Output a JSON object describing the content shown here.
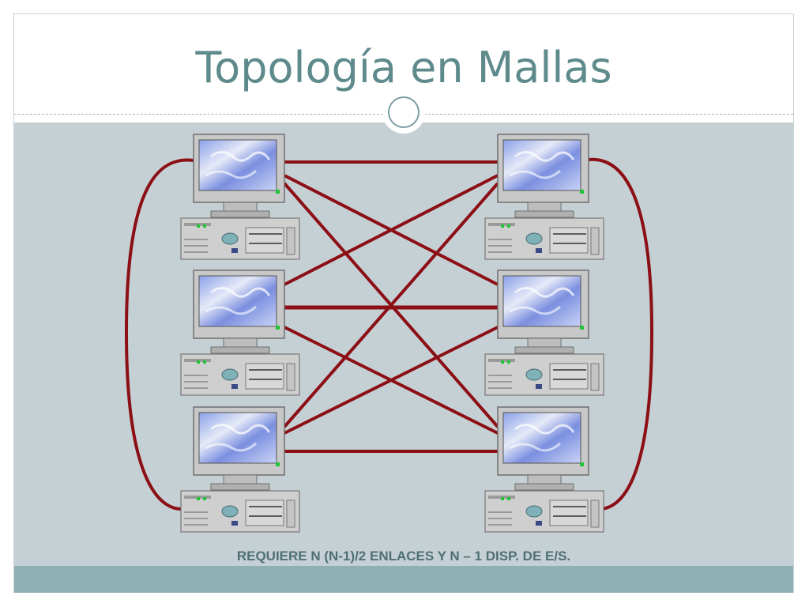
{
  "slide": {
    "title": "Topología en Mallas",
    "caption": "REQUIERE N (N-1)/2 ENLACES Y N – 1 DISP. DE E/S."
  },
  "diagram": {
    "nodes": [
      "pc-left-1",
      "pc-left-2",
      "pc-left-3",
      "pc-right-1",
      "pc-right-2",
      "pc-right-3"
    ],
    "link_color": "#8b0f14"
  }
}
